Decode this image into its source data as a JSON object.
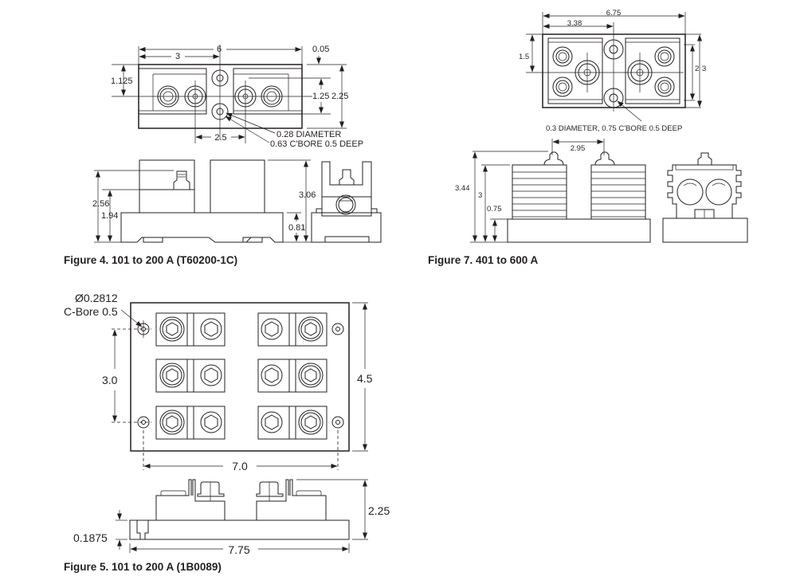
{
  "figures": [
    {
      "id": "figure-4",
      "caption": "Figure 4. 101 to 200 A (T60200-1C)",
      "top_view_dimensions": {
        "overall_width": "6",
        "half_width": "3",
        "edge_offset": "0.05",
        "left_height": "1.125",
        "hole_spacing": "1.25",
        "overall_depth": "2.25",
        "stud_spacing": "2.5",
        "hole_note_line1": "0.28 DIAMETER",
        "hole_note_line2": "0.63 C'BORE 0.5 DEEP"
      },
      "side_view_dimensions": {
        "height_stud": "2.56",
        "height_block": "1.94",
        "overall_height": "3.06",
        "base_height": "0.81"
      }
    },
    {
      "id": "figure-7",
      "caption": "Figure 7. 401 to 600 A",
      "top_view_dimensions": {
        "overall_width": "6.75",
        "half_width": "3.38",
        "left_height": "1.5",
        "hole_spacing": "2",
        "overall_depth": "3",
        "hole_note": "0.3 DIAMETER, 0.75 C'BORE 0.5 DEEP"
      },
      "side_view_dimensions": {
        "stud_spacing": "2.95",
        "overall_height": "3.44",
        "block_height": "3",
        "base_height": "0.75"
      }
    },
    {
      "id": "figure-5",
      "caption": "Figure 5. 101 to 200 A (1B0089)",
      "top_view_dimensions": {
        "hole_note_line1": "Ø0.2812",
        "hole_note_line2": "C-Bore 0.5",
        "hole_spacing_vertical": "3.0",
        "overall_depth": "4.5",
        "hole_spacing_horizontal": "7.0"
      },
      "side_view_dimensions": {
        "overall_height": "2.25",
        "base_slot": "0.1875",
        "overall_length": "7.75"
      }
    }
  ]
}
